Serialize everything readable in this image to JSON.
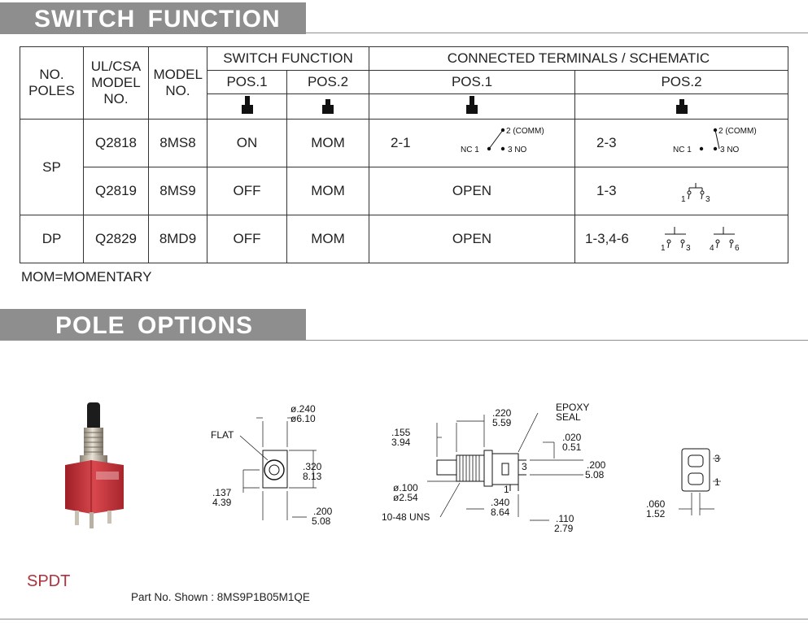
{
  "sections": {
    "switch_function": "SWITCH  FUNCTION",
    "pole_options": "POLE  OPTIONS"
  },
  "table": {
    "headers": {
      "no_poles": "NO. POLES",
      "ul_csa": "UL/CSA MODEL NO.",
      "model_no": "MODEL NO.",
      "switch_function": "SWITCH FUNCTION",
      "connected": "CONNECTED TERMINALS / SCHEMATIC",
      "pos1": "POS.1",
      "pos2": "POS.2"
    },
    "rows": [
      {
        "poles": "SP",
        "ul": "Q2818",
        "model": "8MS8",
        "pos1": "ON",
        "pos2": "MOM",
        "term1": "2-1",
        "term2": "2-3"
      },
      {
        "poles": "",
        "ul": "Q2819",
        "model": "8MS9",
        "pos1": "OFF",
        "pos2": "MOM",
        "term1": "OPEN",
        "term2": "1-3"
      },
      {
        "poles": "DP",
        "ul": "Q2829",
        "model": "8MD9",
        "pos1": "OFF",
        "pos2": "MOM",
        "term1": "OPEN",
        "term2": "1-3,4-6"
      }
    ],
    "schematic_labels": {
      "comm": "2 (COMM)",
      "nc": "NC 1",
      "no": "3 NO",
      "t1": "1",
      "t3": "3",
      "t4": "4",
      "t6": "6"
    }
  },
  "note": "MOM=MOMENTARY",
  "drawings": {
    "flat": "FLAT",
    "dia240": "ø.240",
    "dia610": "ø6.10",
    "d320": ".320",
    "d813": "8.13",
    "d137": ".137",
    "d439": "4.39",
    "d200a": ".200",
    "d508a": "5.08",
    "d155": ".155",
    "d394": "3.94",
    "d220": ".220",
    "d559": "5.59",
    "epoxy1": "EPOXY",
    "epoxy2": "SEAL",
    "d020": ".020",
    "d051": "0.51",
    "d200b": ".200",
    "d508b": "5.08",
    "dia100": "ø.100",
    "dia254": "ø2.54",
    "thread": "10-48 UNS",
    "d340": ".340",
    "d864": "8.64",
    "d110": ".110",
    "d279": "2.79",
    "d060": ".060",
    "d152": "1.52",
    "pin3": "3",
    "pin1": "1"
  },
  "spdt": "SPDT",
  "part_no": "Part No. Shown : 8MS9P1B05M1QE",
  "colors": {
    "section_gray": "#8e8e8e",
    "switch_red": "#c0323a",
    "accent_red": "#b0313b"
  }
}
